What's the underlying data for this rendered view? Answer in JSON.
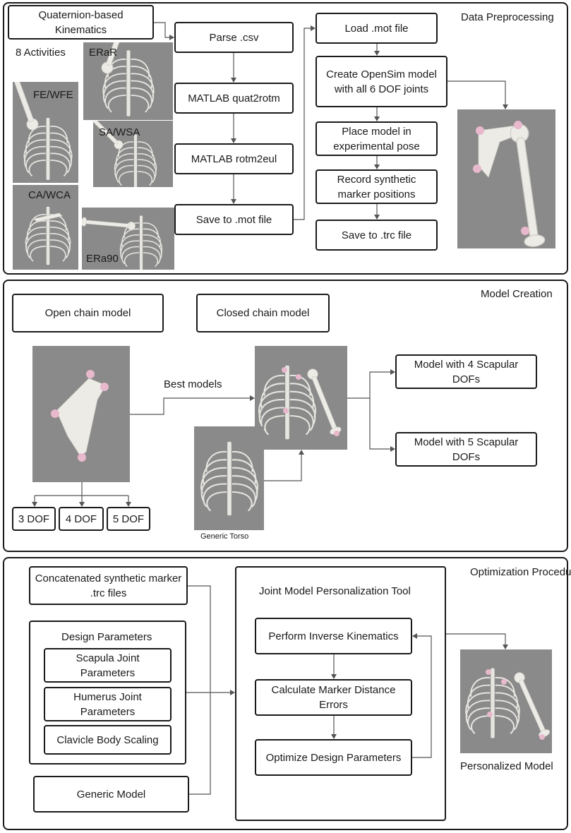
{
  "sections": {
    "preprocessing": "Data Preprocessing",
    "model_creation": "Model Creation",
    "optimization": "Optimization Procedure"
  },
  "preprocessing": {
    "quaternion": "Quaternion-based Kinematics",
    "activities_label": "8 Activities",
    "activities": [
      "ERaR",
      "FE/WFE",
      "SA/WSA",
      "CA/WCA",
      "ERa90"
    ],
    "parse": "Parse .csv",
    "quat2rotm": "MATLAB quat2rotm",
    "rotm2eul": "MATLAB rotm2eul",
    "save_mot": "Save to .mot file",
    "load_mot": "Load .mot file",
    "create_model": "Create OpenSim model with all 6 DOF joints",
    "place_model": "Place model in experimental pose",
    "record_markers": "Record synthetic marker positions",
    "save_trc": "Save to .trc file"
  },
  "model_creation": {
    "open_chain": "Open chain model",
    "closed_chain": "Closed chain model",
    "best_models": "Best models",
    "dof3": "3 DOF",
    "dof4": "4 DOF",
    "dof5": "5 DOF",
    "generic_torso": "Generic Torso",
    "model4": "Model with 4 Scapular DOFs",
    "model5": "Model with 5 Scapular DOFs"
  },
  "optimization": {
    "concat": "Concatenated synthetic marker .trc files",
    "design_params": "Design Parameters",
    "scapula": "Scapula Joint Parameters",
    "humerus": "Humerus Joint Parameters",
    "clavicle": "Clavicle Body Scaling",
    "generic_model": "Generic Model",
    "jmp_tool": "Joint Model Personalization Tool",
    "inverse_kin": "Perform Inverse Kinematics",
    "marker_errors": "Calculate Marker Distance Errors",
    "optimize": "Optimize Design Parameters",
    "personalized": "Personalized Model"
  }
}
